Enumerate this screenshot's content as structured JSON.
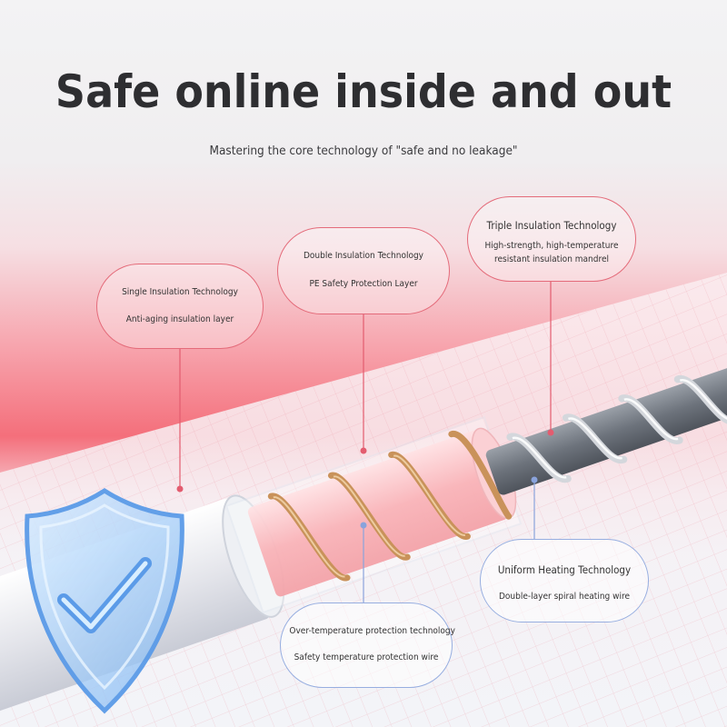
{
  "header": {
    "title": "Safe online inside and out",
    "subtitle": "Mastering the core technology of \"safe and no leakage\""
  },
  "callouts": [
    {
      "id": "single",
      "heading": "Single Insulation Technology",
      "detail": "Anti-aging insulation layer"
    },
    {
      "id": "double",
      "heading": "Double Insulation Technology",
      "detail": "PE Safety Protection Layer"
    },
    {
      "id": "triple",
      "heading": "Triple Insulation Technology",
      "detail_line1": "High-strength, high-temperature",
      "detail_line2": "resistant insulation mandrel"
    },
    {
      "id": "heating",
      "heading": "Uniform Heating Technology",
      "detail": "Double-layer spiral heating wire"
    },
    {
      "id": "overtemp",
      "heading": "Over-temperature protection technology",
      "detail": "Safety temperature protection wire"
    }
  ],
  "icons": {
    "shield": "shield-checkmark-icon"
  },
  "colors": {
    "accent_red": "#e8566a",
    "leader_red": "#e35c6f",
    "leader_blue": "#8aa3dc",
    "shield_blue": "#7fb6f2",
    "copper": "#c9925a",
    "core_gray": "#6d737c"
  }
}
